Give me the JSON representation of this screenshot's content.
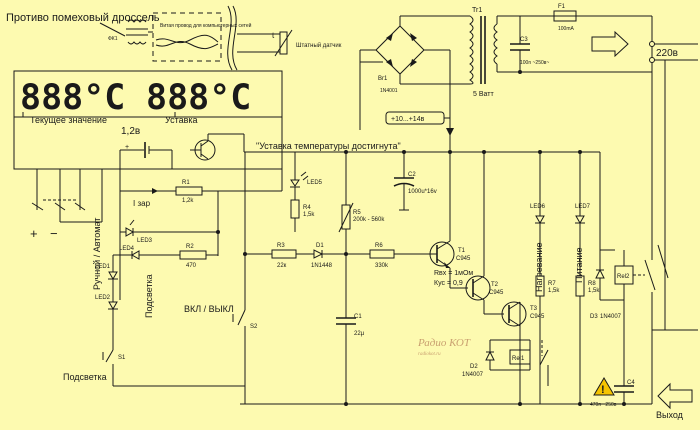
{
  "labels": {
    "choke": "Противо помеховый дроссель",
    "cable": "Витая провод для компьютерных сетей",
    "sensor": "Штатный датчик",
    "lcd_left": "888°C",
    "lcd_right": "888°C",
    "current_value": "Текущее значение",
    "setpoint": "Уставка",
    "v12": "1,2в",
    "setpoint_reached": "\"Уставка температуры достигнута\"",
    "range": "+10...+14в",
    "plus": "+",
    "minus": "−",
    "manual_auto": "Ручной / Автомат",
    "backlight_v": "Подсветка",
    "backlight": "Подсветка",
    "on_off": "ВКЛ / ВЫКЛ",
    "izar": "I зар",
    "heating": "Нагревание",
    "power": "Питание",
    "v220": "220в",
    "out": "Выход",
    "rvh": "Rвх = 1мОм",
    "kus": "Кус = 0,9",
    "watermark": "Радио КОТ",
    "watermark2": "radiokot.ru"
  },
  "parts": {
    "br1": "Br1",
    "d1n4001": "1N4001",
    "tr1": "Tr1",
    "w5": "5 Ватт",
    "c3": "C3",
    "c3v": "100n ~250в~",
    "f1": "F1",
    "f1v": "100mA",
    "fk1": "ФК1",
    "c2": "C2",
    "c2v": "1000u*16v",
    "led5": "LED5",
    "r1": "R1",
    "r1v": "1,2k",
    "r4": "R4",
    "r4v": "1,5k",
    "r5": "R5",
    "r5v": "200k - 560k",
    "led3": "LED3",
    "led4": "LED4",
    "led1": "LED1",
    "led2": "LED2",
    "r2": "R2",
    "r2v": "470",
    "r3": "R3",
    "r3v": "22к",
    "d1": "D1",
    "d1v": "1N1448",
    "r6": "R6",
    "r6v": "330k",
    "t1": "T1",
    "t1v": "C945",
    "t2": "T2",
    "t2v": "C945",
    "t3": "T3",
    "t3v": "C945",
    "led6": "LED6",
    "led7": "LED7",
    "r7": "R7",
    "r7v": "1,5k",
    "r8": "R8",
    "r8v": "1,5k",
    "rel2": "Rel2",
    "d3": "D3",
    "d3v": "1N4007",
    "rel1": "Rel1",
    "d2": "D2",
    "d2v": "1N4007",
    "c1": "C1",
    "c1v": "22µ",
    "s1": "S1",
    "s2": "S2",
    "c4": "C4",
    "c4v": "470n ~250в~"
  },
  "colors": {
    "background": "#fdfab0",
    "ink": "#1a1a1a",
    "warning": "#f5c400"
  }
}
